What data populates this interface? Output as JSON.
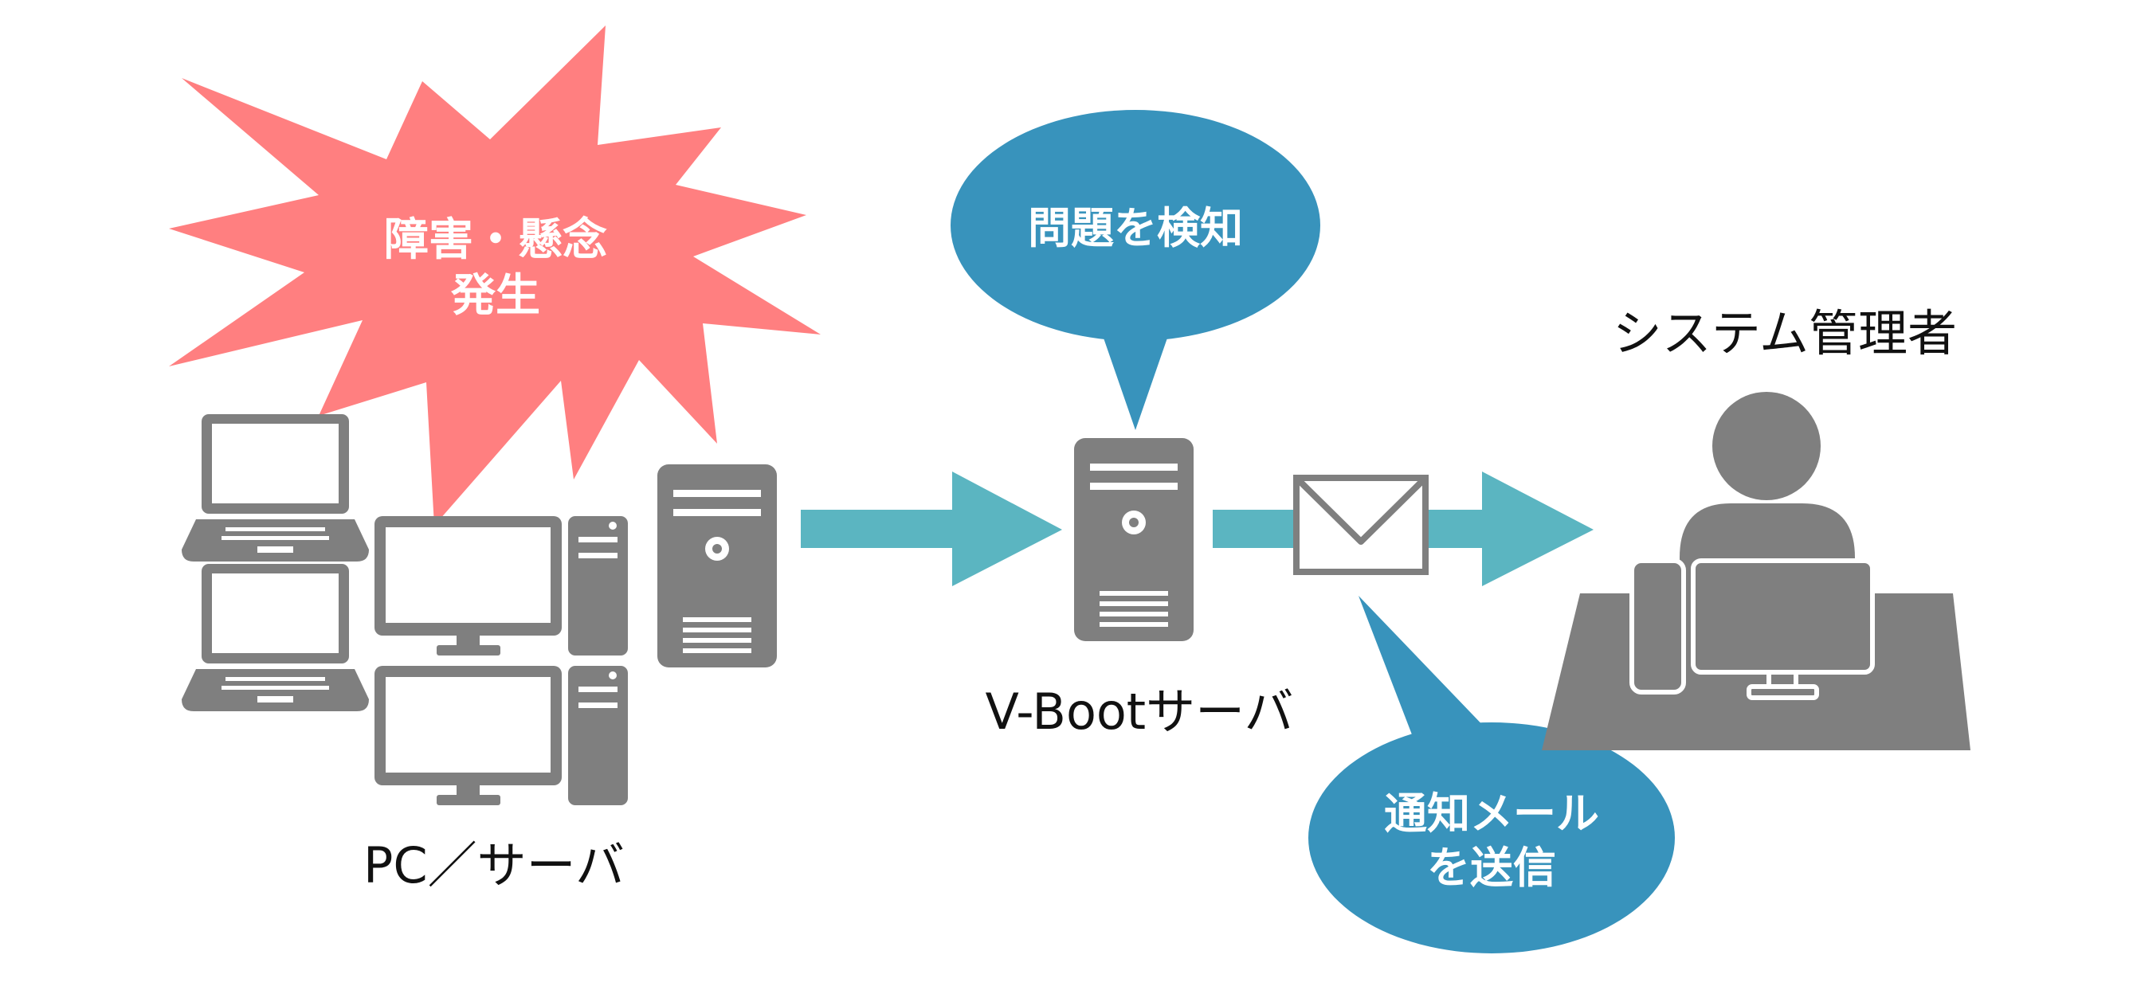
{
  "burst": {
    "line1": "障害・懸念",
    "line2": "発生",
    "color": "#FF7F80"
  },
  "bubble_detect": {
    "text": "問題を検知",
    "color": "#3893BC"
  },
  "bubble_mail": {
    "line1": "通知メール",
    "line2": "を送信",
    "color": "#3893BC"
  },
  "labels": {
    "pc_server": "PC／サーバ",
    "vboot_server": "V-Bootサーバ",
    "system_admin": "システム管理者"
  },
  "colors": {
    "device_gray": "#7F7F7F",
    "arrow_teal": "#5BB5C1",
    "bubble_text": "#FFFFFF",
    "label_text": "#111111"
  },
  "icons": [
    "laptop-icon",
    "desktop-pc-icon",
    "tower-server-icon",
    "arrow-icon",
    "envelope-icon",
    "administrator-icon"
  ]
}
